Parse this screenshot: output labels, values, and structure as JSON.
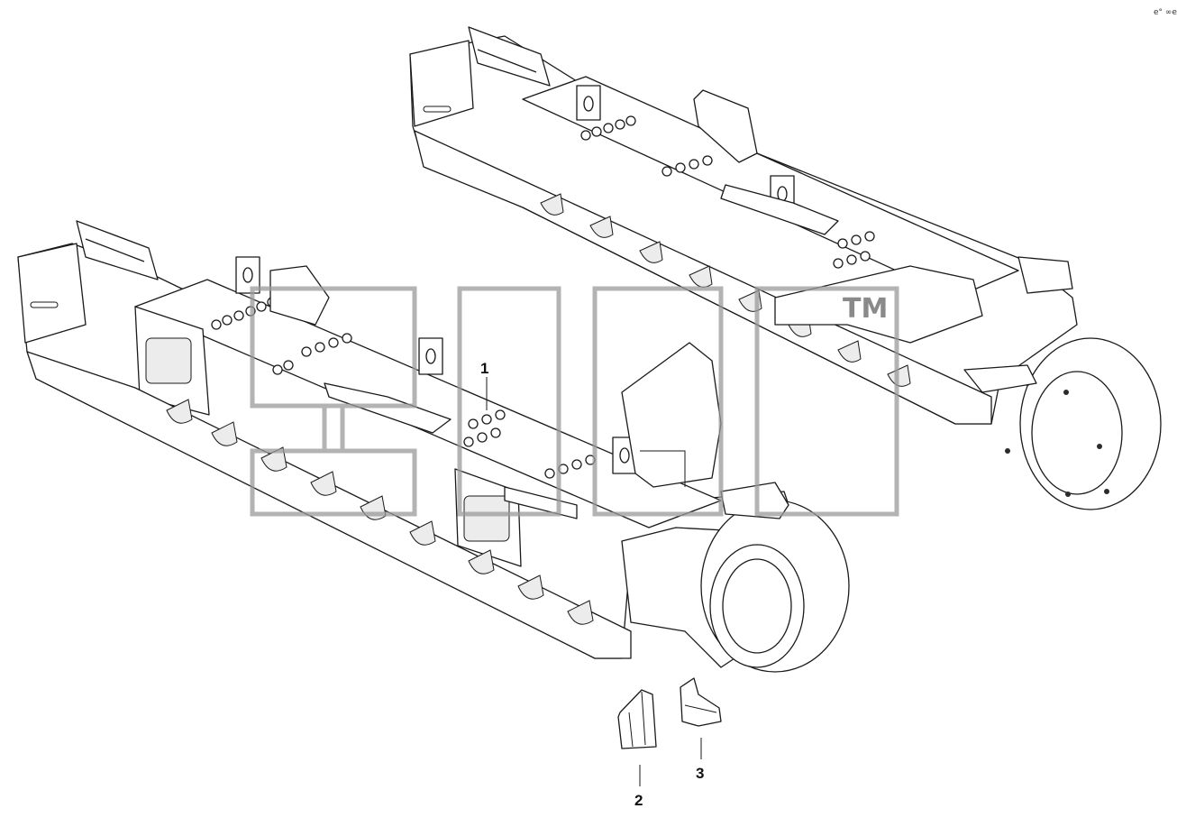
{
  "diagram": {
    "callouts": [
      {
        "id": "1",
        "label": "1"
      },
      {
        "id": "2",
        "label": "2"
      },
      {
        "id": "3",
        "label": "3"
      }
    ],
    "watermark": {
      "trademark": "TM"
    },
    "corner_mark": "e° ∞e"
  }
}
